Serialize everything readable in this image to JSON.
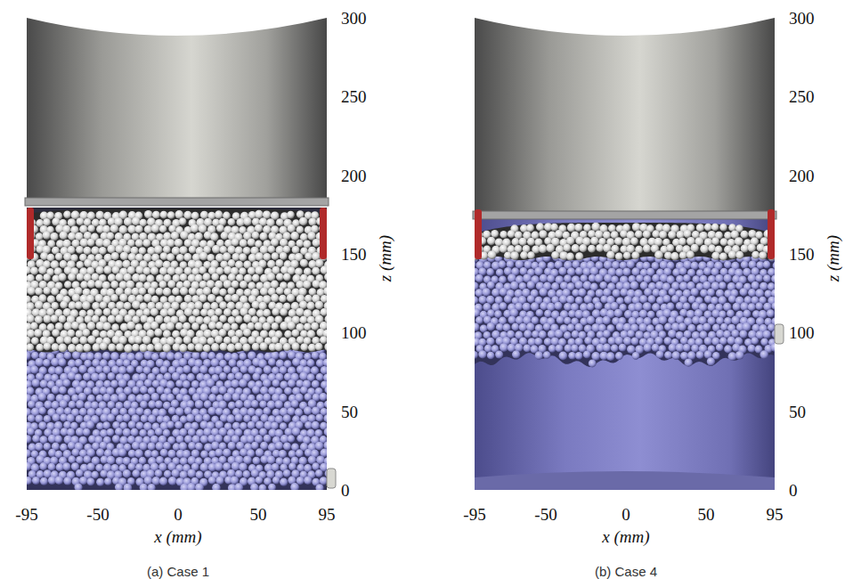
{
  "diagram": {
    "labels": [
      "300",
      "250",
      "200",
      "150",
      "100",
      "50",
      "0",
      "z (mm)",
      "-95",
      "-50",
      "0",
      "50",
      "95",
      "x (mm)",
      "(a) Case 1",
      "300",
      "250",
      "200",
      "150",
      "100",
      "50",
      "0",
      "z (mm)",
      "-95",
      "-50",
      "0",
      "50",
      "95",
      "x (mm)",
      "(b) Case 4"
    ]
  }
}
